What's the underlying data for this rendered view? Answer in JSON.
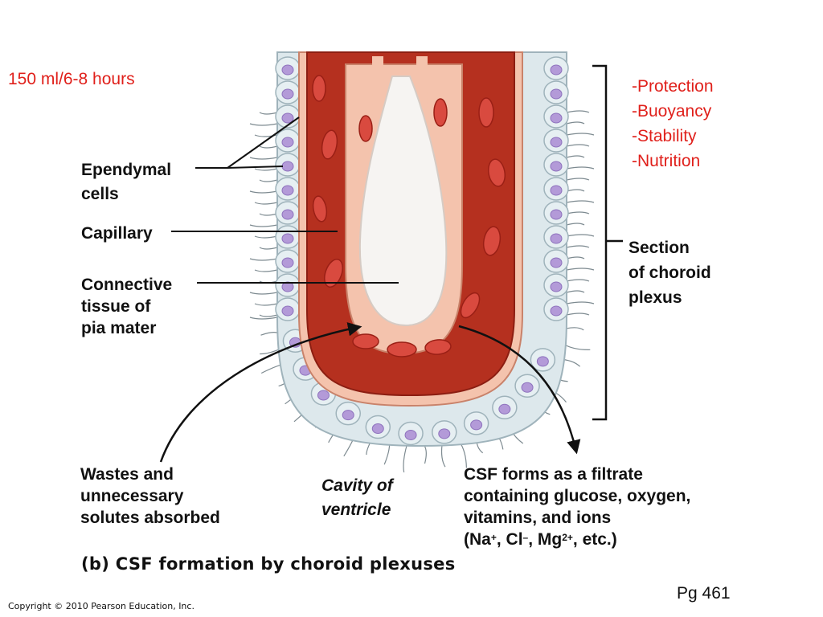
{
  "rate": "150 ml/6-8 hours",
  "functions": [
    "-Protection",
    "-Buoyancy",
    "-Stability",
    "-Nutrition"
  ],
  "labels": {
    "ependymal_line1": "Ependymal",
    "ependymal_line2": "cells",
    "capillary": "Capillary",
    "connective_line1": "Connective",
    "connective_line2": "tissue of",
    "connective_line3": "pia mater",
    "section_line1": "Section",
    "section_line2": "of choroid",
    "section_line3": "plexus",
    "wastes_line1": "Wastes and",
    "wastes_line2": "unnecessary",
    "wastes_line3": "solutes absorbed",
    "cavity_line1": "Cavity of",
    "cavity_line2": "ventricle",
    "csf_line1": "CSF forms as a filtrate",
    "csf_line2": "containing glucose, oxygen,",
    "csf_line3": "vitamins, and ions",
    "ions_open": "(Na",
    "ions_na_sup": "+",
    "ions_cl": ", Cl",
    "ions_cl_sup": "–",
    "ions_mg": ", Mg",
    "ions_mg_sup": "2+",
    "ions_close": ", etc.)"
  },
  "caption": "(b)  CSF formation by choroid plexuses",
  "page_ref": "Pg 461",
  "copyright": "Copyright © 2010 Pearson Education, Inc.",
  "colors": {
    "accent_red": "#e0201b",
    "tissue_red": "#b5301f",
    "pink": "#f4c3ad",
    "cell": "#dde8ec",
    "nucleus": "#b39ad8"
  }
}
